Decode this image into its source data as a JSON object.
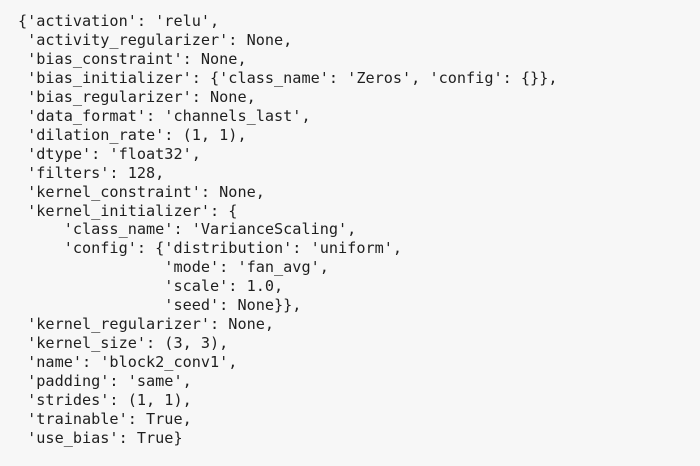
{
  "output": {
    "lines": [
      "{'activation': 'relu',",
      " 'activity_regularizer': None,",
      " 'bias_constraint': None,",
      " 'bias_initializer': {'class_name': 'Zeros', 'config': {}},",
      " 'bias_regularizer': None,",
      " 'data_format': 'channels_last',",
      " 'dilation_rate': (1, 1),",
      " 'dtype': 'float32',",
      " 'filters': 128,",
      " 'kernel_constraint': None,",
      " 'kernel_initializer': {",
      "     'class_name': 'VarianceScaling',",
      "     'config': {'distribution': 'uniform',",
      "                'mode': 'fan_avg',",
      "                'scale': 1.0,",
      "                'seed': None}},",
      " 'kernel_regularizer': None,",
      " 'kernel_size': (3, 3),",
      " 'name': 'block2_conv1',",
      " 'padding': 'same',",
      " 'strides': (1, 1),",
      " 'trainable': True,",
      " 'use_bias': True}"
    ]
  }
}
